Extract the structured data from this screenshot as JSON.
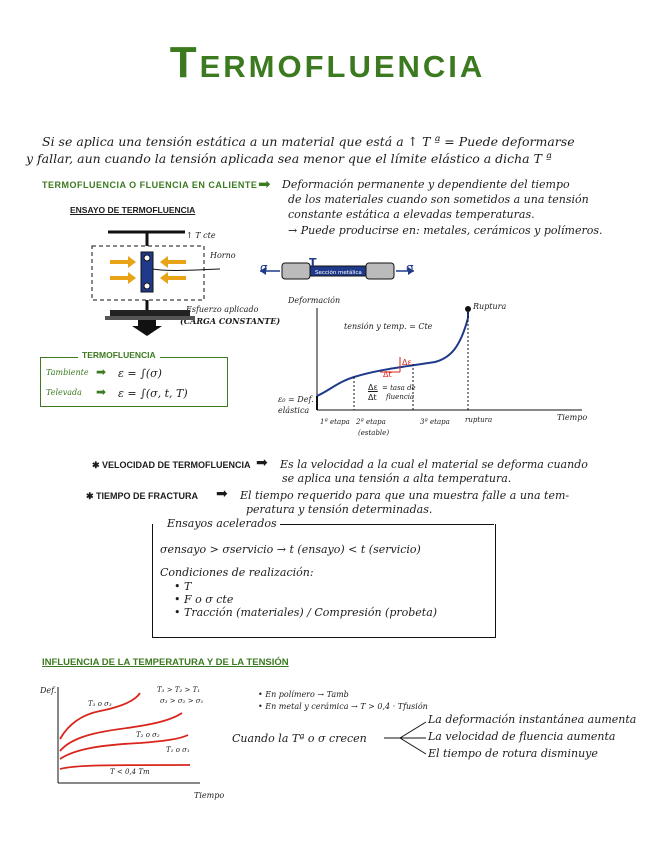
{
  "title": "Termofluencia",
  "intro": {
    "line1": "Si se aplica una tensión estática a un material que está a ↑ T ª = Puede deformarse",
    "line2": "y fallar, aun cuando la tensión aplicada sea menor que el límite elástico a dicha T ª"
  },
  "definition": {
    "heading": "TERMOFLUENCIA O FLUENCIA EN CALIENTE",
    "text1": "Deformación permanente y dependiente del tiempo",
    "text2": "de los materiales cuando son sometidos a una tensión",
    "text3": "constante estática a elevadas temperaturas.",
    "text4": "→ Puede producirse en: metales, cerámicos y polímeros."
  },
  "ensayo": {
    "heading": "ENSAYO DE TERMOFLUENCIA",
    "horno": "Horno",
    "temp_cte": "↑ T cte",
    "esfuerzo1": "Esfuerzo aplicado",
    "esfuerzo2": "(CARGA CONSTANTE)",
    "probe_label": "Sección metálica",
    "sigma_left": "σ",
    "sigma_right": "σ",
    "T": "T"
  },
  "termo_box": {
    "heading": "TERMOFLUENCIA",
    "row1_label": "Tambiente",
    "row1_eq": "ε = ∫(σ)",
    "row2_label": "Televada",
    "row2_eq": "ε = ∫(σ, t, T)"
  },
  "chart": {
    "ylabel": "Deformación",
    "xlabel": "Tiempo",
    "ruptura": "Ruptura",
    "note": "tensión y temp. = Cte",
    "delta_e": "Δε",
    "delta_t": "Δt",
    "ratio_num": "Δε",
    "ratio_den": "Δt",
    "ratio_text1": "= tasa de",
    "ratio_text2": "fluencia",
    "e0_1": "ε₀ = Def.",
    "e0_2": "elástica",
    "stage1": "1ª etapa",
    "stage2": "2ª etapa",
    "stage2b": "(estable)",
    "stage3": "3ª etapa",
    "rupture_x": "ruptura"
  },
  "velocidad": {
    "heading": "✱ VELOCIDAD DE TERMOFLUENCIA",
    "text1": "Es la velocidad a la cual el material se deforma cuando",
    "text2": "se aplica una tensión a alta temperatura."
  },
  "tiempo_fractura": {
    "heading": "✱ TIEMPO DE FRACTURA",
    "text1": "El tiempo requerido para que una muestra falle a una tem-",
    "text2": "peratura y tensión determinadas."
  },
  "acelerados": {
    "heading": "Ensayos acelerados",
    "line1": "σensayo > σservicio  →  t (ensayo) < t (servicio)",
    "cond": "Condiciones de realización:",
    "b1": "• T",
    "b2": "• F o σ cte",
    "b3": "• Tracción (materiales) / Compresión (probeta)"
  },
  "influencia": {
    "heading": "INFLUENCIA DE LA TEMPERATURA Y DE LA TENSIÓN",
    "ylabel": "Def.",
    "xlabel": "Tiempo",
    "c1": "T₃ o σ₃",
    "c_top1": "T₃ > T₂ > T₁",
    "c_top2": "σ₃ > σ₂ > σ₁",
    "c2": "T₂ o σ₂",
    "c3": "T₁ o σ₁",
    "c4": "T < 0,4 Tm",
    "p1": "• En polímero → Tamb",
    "p2": "• En metal y cerámica → T > 0,4 · Tfusión",
    "cuando": "Cuando la Tª o σ crecen",
    "r1": "La deformación instantánea aumenta",
    "r2": "La velocidad de fluencia aumenta",
    "r3": "El tiempo de rotura disminuye"
  },
  "colors": {
    "accent": "#3b7a1f",
    "curve": "#1f3a8a",
    "red": "#d9261c",
    "orange": "#e8a317"
  }
}
